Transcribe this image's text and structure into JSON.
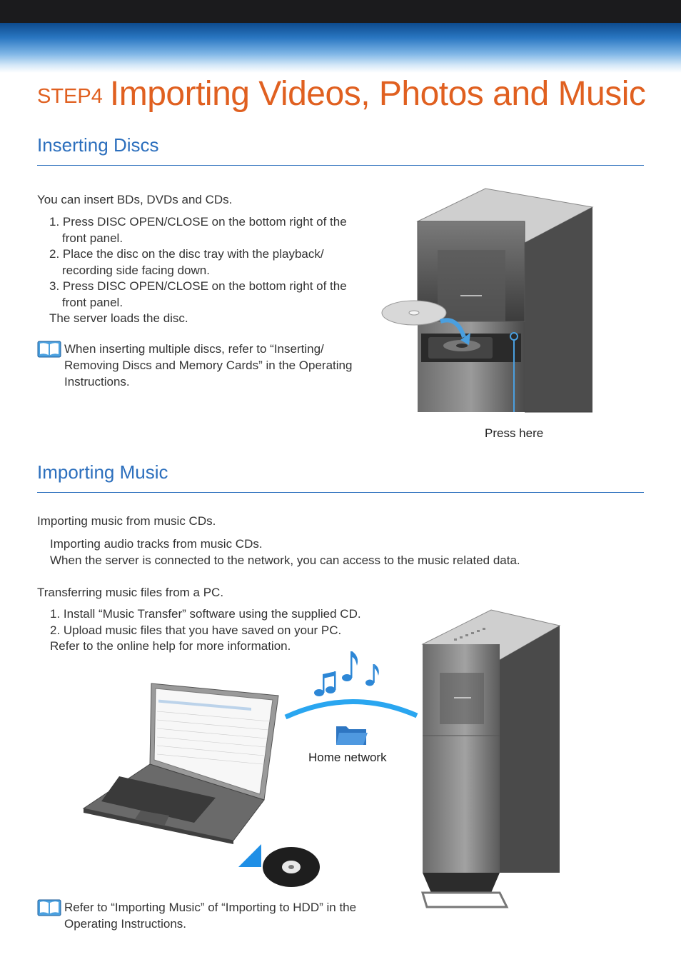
{
  "header": {
    "step_label": "STEP4",
    "title": "Importing Videos, Photos and Music"
  },
  "inserting_discs": {
    "heading": "Inserting Discs",
    "intro": "You can insert BDs, DVDs and CDs.",
    "steps": [
      "1. Press DISC OPEN/CLOSE on the bottom right of the front panel.",
      "2. Place the disc on the disc tray with the playback/ recording side facing down.",
      "3. Press DISC OPEN/CLOSE on the bottom right of the front panel."
    ],
    "step3_note": "The server loads the disc.",
    "note": "When inserting multiple discs, refer to “Inserting/ Removing Discs and Memory Cards” in the Operating Instructions.",
    "callout": "Press here"
  },
  "importing_music": {
    "heading": "Importing Music",
    "cd_intro": "Importing music from music CDs.",
    "cd_line1": "Importing audio tracks from music CDs.",
    "cd_line2": "When the server is connected to the network, you can access to the music related data.",
    "pc_intro": "Transferring music files from a PC.",
    "steps": [
      "1. Install “Music Transfer” software using the supplied CD.",
      "2. Upload music files that you have saved on your PC."
    ],
    "step2_note": "Refer to the online help for more information.",
    "network_label": "Home network",
    "note": "Refer to “Importing Music” of “Importing to HDD” in the Operating Instructions."
  },
  "icons": {
    "note": "book-icon",
    "folder": "folder-icon",
    "music": "music-notes-icon"
  },
  "colors": {
    "accent_orange": "#e06020",
    "heading_blue": "#2c6fbd",
    "band_dark": "#1b1b1d"
  }
}
